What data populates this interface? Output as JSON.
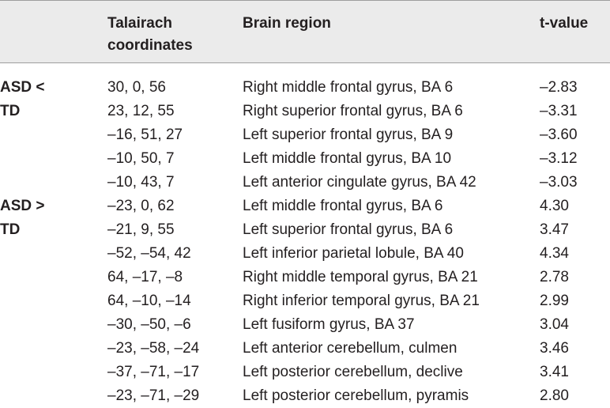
{
  "header": {
    "coordinates": "Talairach coordinates",
    "region": "Brain region",
    "tvalue": "t-value"
  },
  "groups": [
    {
      "label_line1": "ASD <",
      "label_line2": "TD"
    },
    {
      "label_line1": "ASD >",
      "label_line2": "TD"
    }
  ],
  "rows": [
    {
      "coord": "30, 0, 56",
      "region": "Right middle frontal gyrus, BA 6",
      "tvalue": "–2.83"
    },
    {
      "coord": "23, 12, 55",
      "region": "Right superior frontal gyrus, BA 6",
      "tvalue": "–3.31"
    },
    {
      "coord": "–16, 51, 27",
      "region": "Left superior frontal gyrus, BA 9",
      "tvalue": "–3.60"
    },
    {
      "coord": "–10, 50, 7",
      "region": "Left middle frontal gyrus, BA 10",
      "tvalue": "–3.12"
    },
    {
      "coord": "–10, 43, 7",
      "region": "Left anterior cingulate gyrus, BA 42",
      "tvalue": "–3.03"
    },
    {
      "coord": "–23, 0, 62",
      "region": "Left middle frontal gyrus, BA 6",
      "tvalue": "4.30"
    },
    {
      "coord": "–21, 9, 55",
      "region": "Left superior frontal gyrus, BA 6",
      "tvalue": "3.47"
    },
    {
      "coord": "–52, –54, 42",
      "region": "Left inferior parietal lobule, BA 40",
      "tvalue": "4.34"
    },
    {
      "coord": "64, –17, –8",
      "region": "Right middle temporal gyrus, BA 21",
      "tvalue": "2.78"
    },
    {
      "coord": "64, –10, –14",
      "region": "Right inferior temporal gyrus, BA 21",
      "tvalue": "2.99"
    },
    {
      "coord": "–30, –50, –6",
      "region": "Left fusiform gyrus, BA 37",
      "tvalue": "3.04"
    },
    {
      "coord": "–23, –58, –24",
      "region": "Left anterior cerebellum, culmen",
      "tvalue": "3.46"
    },
    {
      "coord": "–37, –71, –17",
      "region": "Left posterior cerebellum, declive",
      "tvalue": "3.41"
    },
    {
      "coord": "–23, –71, –29",
      "region": "Left posterior cerebellum, pyramis",
      "tvalue": "2.80"
    }
  ]
}
